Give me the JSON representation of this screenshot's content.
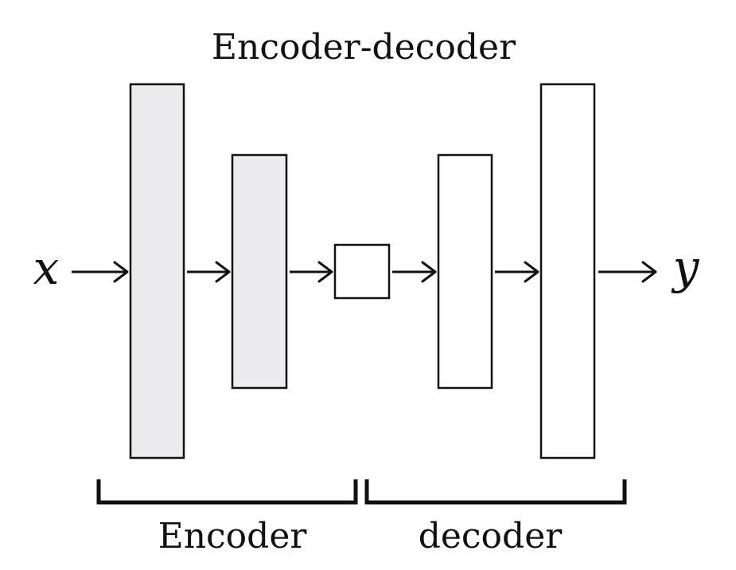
{
  "diagram": {
    "title": "Encoder-decoder",
    "input_label": "x",
    "output_label": "y",
    "sections": {
      "encoder": "Encoder",
      "decoder": "decoder"
    },
    "layers": [
      {
        "role": "encoder",
        "fill": "#ececee"
      },
      {
        "role": "encoder",
        "fill": "#ececee"
      },
      {
        "role": "bottleneck",
        "fill": "#ffffff"
      },
      {
        "role": "decoder",
        "fill": "#ffffff"
      },
      {
        "role": "decoder",
        "fill": "#ffffff"
      }
    ]
  },
  "colors": {
    "stroke": "#111111",
    "encoder_fill": "#ececee",
    "decoder_fill": "#ffffff"
  }
}
